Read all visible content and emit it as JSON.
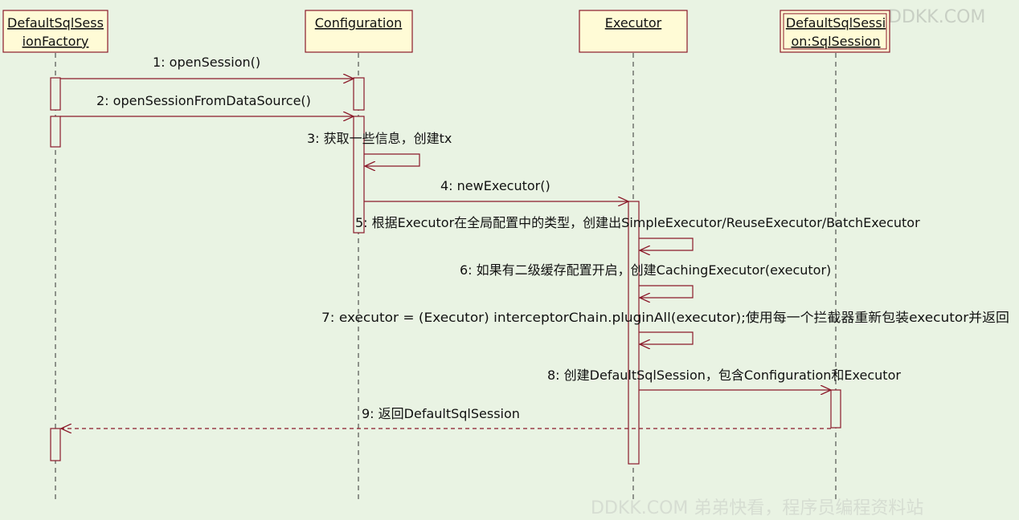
{
  "colors": {
    "background": "#e9f3e3",
    "box_fill": "#fffbd6",
    "line": "#8b1a2a",
    "lifeline": "#333333",
    "text": "#111111"
  },
  "watermark": {
    "top": "DDKK.COM",
    "bottom": "DDKK.COM 弟弟快看，程序员编程资料站"
  },
  "objects": [
    {
      "line1": "DefaultSqlSess",
      "line2": "ionFactory"
    },
    {
      "line1": "Configuration",
      "line2": ""
    },
    {
      "line1": "Executor",
      "line2": ""
    },
    {
      "line1": "DefaultSqlSessi",
      "line2": "on:SqlSession"
    }
  ],
  "messages": [
    {
      "label": "1: openSession()"
    },
    {
      "label": "2: openSessionFromDataSource()"
    },
    {
      "label": "3: 获取一些信息，创建tx"
    },
    {
      "label": "4: newExecutor()"
    },
    {
      "label": "5: 根据Executor在全局配置中的类型，创建出SimpleExecutor/ReuseExecutor/BatchExecutor"
    },
    {
      "label": "6: 如果有二级缓存配置开启，创建CachingExecutor(executor)"
    },
    {
      "label": "7: executor = (Executor) interceptorChain.pluginAll(executor);使用每一个拦截器重新包装executor并返回"
    },
    {
      "label": "8: 创建DefaultSqlSession，包含Configuration和Executor"
    },
    {
      "label": "9: 返回DefaultSqlSession"
    }
  ]
}
